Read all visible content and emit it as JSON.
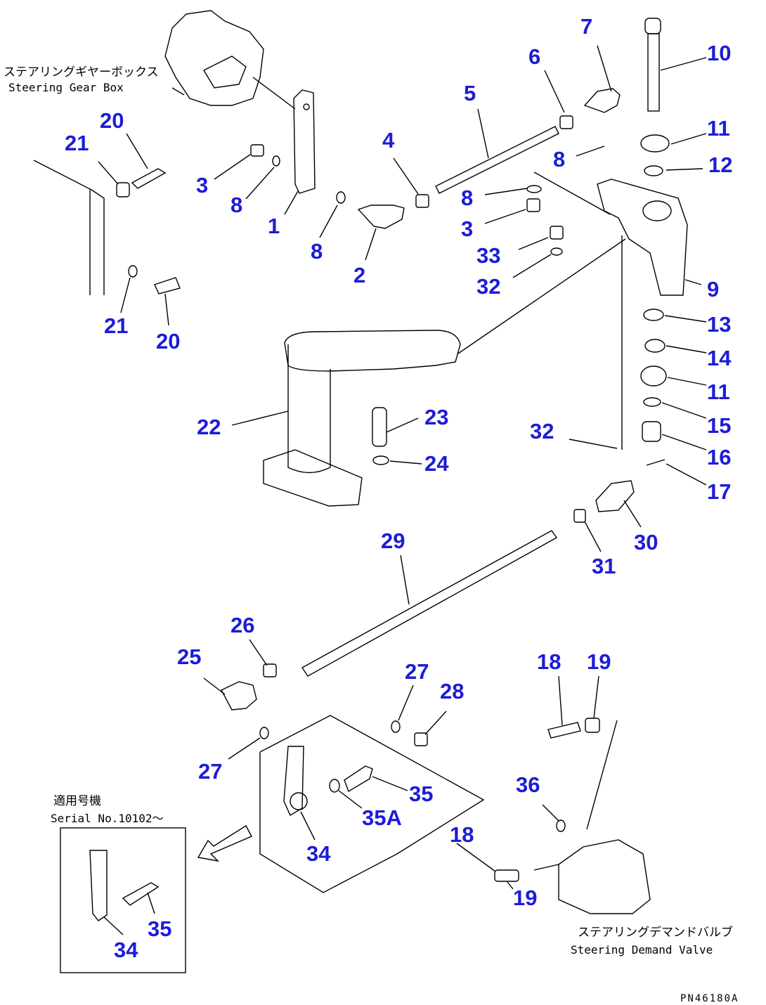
{
  "labels": {
    "gear_box_jp": "ステアリングギヤーボックス",
    "gear_box_en": "Steering Gear Box",
    "demand_valve_jp": "ステアリングデマンドバルブ",
    "demand_valve_en": "Steering Demand Valve",
    "serial_jp": "適用号機",
    "serial_en": "Serial No.10102～",
    "drawing_code": "PN46180A"
  },
  "callouts": [
    "7",
    "10",
    "6",
    "5",
    "20",
    "11",
    "21",
    "4",
    "8",
    "12",
    "3",
    "8",
    "8",
    "1",
    "3",
    "8",
    "33",
    "2",
    "32",
    "9",
    "21",
    "20",
    "13",
    "14",
    "11",
    "23",
    "22",
    "15",
    "32",
    "24",
    "16",
    "17",
    "30",
    "29",
    "31",
    "26",
    "25",
    "18",
    "19",
    "27",
    "28",
    "27",
    "35",
    "36",
    "35A",
    "18",
    "34",
    "19",
    "35",
    "34"
  ],
  "colors": {
    "callout": "#1c1cd8",
    "line": "#000000",
    "background": "#ffffff"
  }
}
